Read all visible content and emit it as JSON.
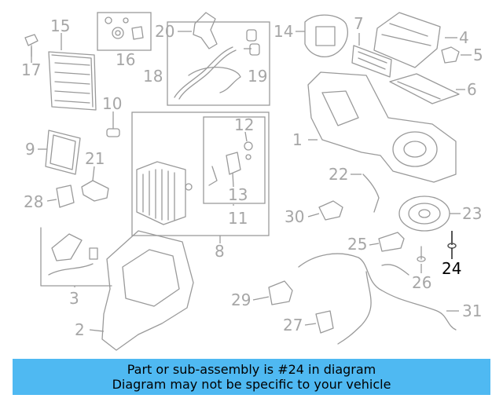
{
  "diagram": {
    "callouts": [
      {
        "id": "1",
        "label": "1",
        "highlight": false
      },
      {
        "id": "2",
        "label": "2",
        "highlight": false
      },
      {
        "id": "3",
        "label": "3",
        "highlight": false
      },
      {
        "id": "4",
        "label": "4",
        "highlight": false
      },
      {
        "id": "5",
        "label": "5",
        "highlight": false
      },
      {
        "id": "6",
        "label": "6",
        "highlight": false
      },
      {
        "id": "7",
        "label": "7",
        "highlight": false
      },
      {
        "id": "8",
        "label": "8",
        "highlight": false
      },
      {
        "id": "9",
        "label": "9",
        "highlight": false
      },
      {
        "id": "10",
        "label": "10",
        "highlight": false
      },
      {
        "id": "11",
        "label": "11",
        "highlight": false
      },
      {
        "id": "12",
        "label": "12",
        "highlight": false
      },
      {
        "id": "13",
        "label": "13",
        "highlight": false
      },
      {
        "id": "14",
        "label": "14",
        "highlight": false
      },
      {
        "id": "15",
        "label": "15",
        "highlight": false
      },
      {
        "id": "16",
        "label": "16",
        "highlight": false
      },
      {
        "id": "17",
        "label": "17",
        "highlight": false
      },
      {
        "id": "18",
        "label": "18",
        "highlight": false
      },
      {
        "id": "19",
        "label": "19",
        "highlight": false
      },
      {
        "id": "20",
        "label": "20",
        "highlight": false
      },
      {
        "id": "21",
        "label": "21",
        "highlight": false
      },
      {
        "id": "22",
        "label": "22",
        "highlight": false
      },
      {
        "id": "23",
        "label": "23",
        "highlight": false
      },
      {
        "id": "24",
        "label": "24",
        "highlight": true
      },
      {
        "id": "25",
        "label": "25",
        "highlight": false
      },
      {
        "id": "26",
        "label": "26",
        "highlight": false
      },
      {
        "id": "27",
        "label": "27",
        "highlight": false
      },
      {
        "id": "28",
        "label": "28",
        "highlight": false
      },
      {
        "id": "29",
        "label": "29",
        "highlight": false
      },
      {
        "id": "30",
        "label": "30",
        "highlight": false
      },
      {
        "id": "31",
        "label": "31",
        "highlight": false
      }
    ],
    "colors": {
      "label": "#a6a6a6",
      "highlight": "#000000",
      "line": "#9a9a9a"
    }
  },
  "banner": {
    "line1": "Part or sub-assembly is #24 in diagram",
    "line2": "Diagram may not be specific to your vehicle",
    "background": "#4fb9f2"
  }
}
